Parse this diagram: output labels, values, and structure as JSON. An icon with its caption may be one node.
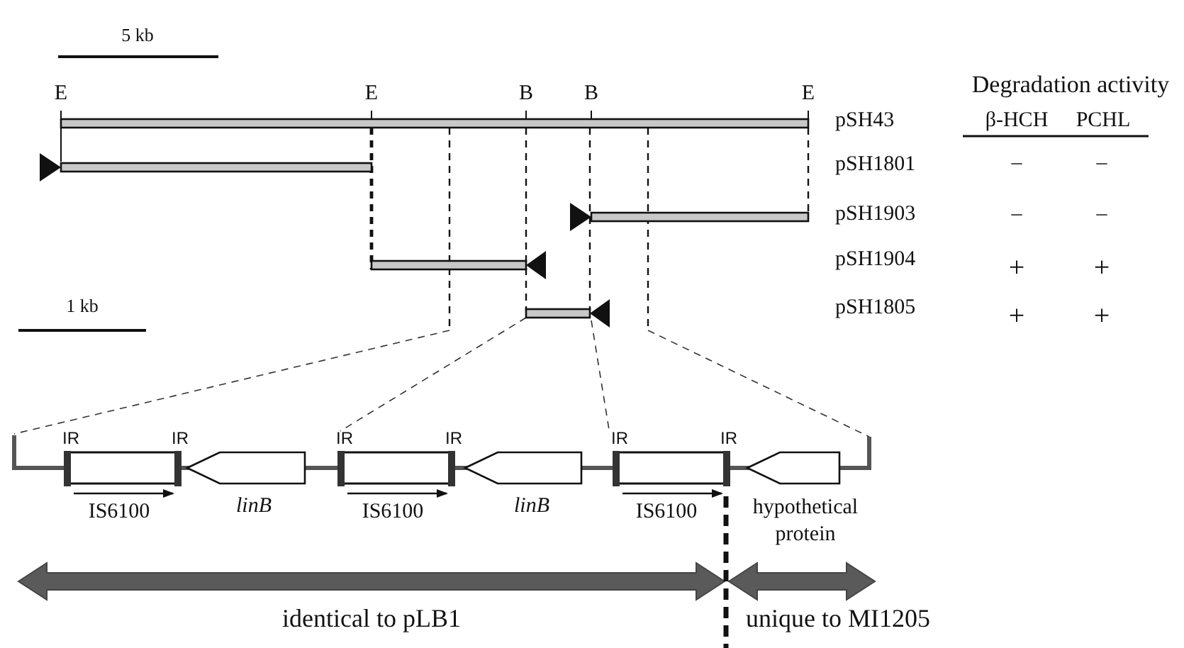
{
  "diagram": {
    "labels": [
      "5 kb",
      "E",
      "E",
      "B",
      "B",
      "E",
      "Degradation activity",
      "pSH43",
      "β-HCH",
      "PCHL",
      "pSH1801",
      "–",
      "–",
      "pSH1903",
      "–",
      "–",
      "pSH1904",
      "+",
      "+",
      "1 kb",
      "pSH1805",
      "+",
      "+",
      "IR",
      "IR",
      "IR",
      "IR",
      "IR",
      "IR",
      "IS6100",
      "linB",
      "IS6100",
      "linB",
      "IS6100",
      "hypothetical protein",
      "identical to pLB1",
      "unique to MI1205"
    ]
  }
}
